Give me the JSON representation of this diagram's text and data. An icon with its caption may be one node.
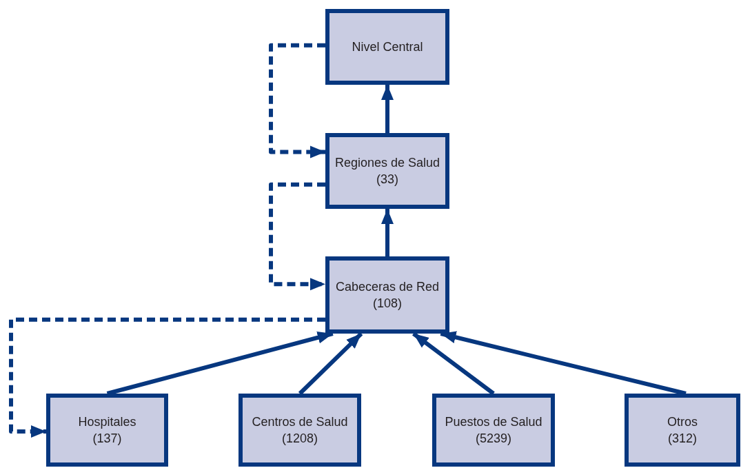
{
  "diagram": {
    "nodes": [
      {
        "text": [
          "Nivel Central"
        ]
      },
      {
        "text": [
          "Regiones de Salud",
          "(33)"
        ]
      },
      {
        "text": [
          "Cabeceras de Red",
          "(108)"
        ]
      },
      {
        "text": [
          "Hospitales",
          "(137)"
        ]
      },
      {
        "text": [
          "Centros de Salud",
          "(1208)"
        ]
      },
      {
        "text": [
          "Puestos de Salud",
          "(5239)"
        ]
      },
      {
        "text": [
          "Otros",
          "(312)"
        ]
      }
    ],
    "edges": [
      {
        "from": 1,
        "to": 0,
        "arrow": "to"
      },
      {
        "from": 2,
        "to": 1,
        "arrow": "to"
      },
      {
        "from": 3,
        "to": 2,
        "arrow": "to"
      },
      {
        "from": 4,
        "to": 2,
        "arrow": "to"
      },
      {
        "from": 5,
        "to": 2,
        "arrow": "to"
      },
      {
        "from": 6,
        "to": 2,
        "arrow": "to"
      },
      {
        "from": 0,
        "to": 1,
        "arrow": "to",
        "style": "dashed"
      },
      {
        "from": 1,
        "to": 2,
        "arrow": "to",
        "style": "dashed"
      },
      {
        "from": 2,
        "to": 3,
        "arrow": "to",
        "style": "dashed"
      }
    ]
  }
}
